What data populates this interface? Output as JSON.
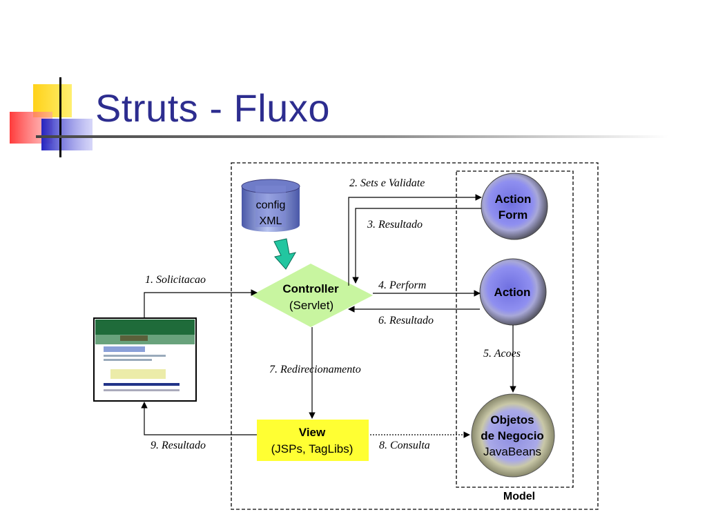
{
  "slide": {
    "title": "Struts - Fluxo"
  },
  "diagram": {
    "config": {
      "line1": "config",
      "line2": "XML"
    },
    "controller": {
      "line1": "Controller",
      "line2": "(Servlet)"
    },
    "view": {
      "line1": "View",
      "line2": "(JSPs, TagLibs)"
    },
    "action_form": {
      "line1": "Action",
      "line2": "Form"
    },
    "action": {
      "line1": "Action"
    },
    "business": {
      "line1": "Objetos",
      "line2": "de Negocio",
      "line3": "JavaBeans"
    },
    "model_label": "Model",
    "edges": {
      "e1": "1. Solicitacao",
      "e2": "2. Sets e Validate",
      "e3": "3. Resultado",
      "e4": "4. Perform",
      "e5": "5. Acoes",
      "e6": "6. Resultado",
      "e7": "7. Redirecionamento",
      "e8": "8. Consulta",
      "e9": "9. Resultado"
    }
  },
  "colors": {
    "title": "#2d2d8f",
    "controller_fill": "#c8f5a0",
    "view_fill": "#ffff33",
    "config_arrow": "#22c6a0"
  }
}
